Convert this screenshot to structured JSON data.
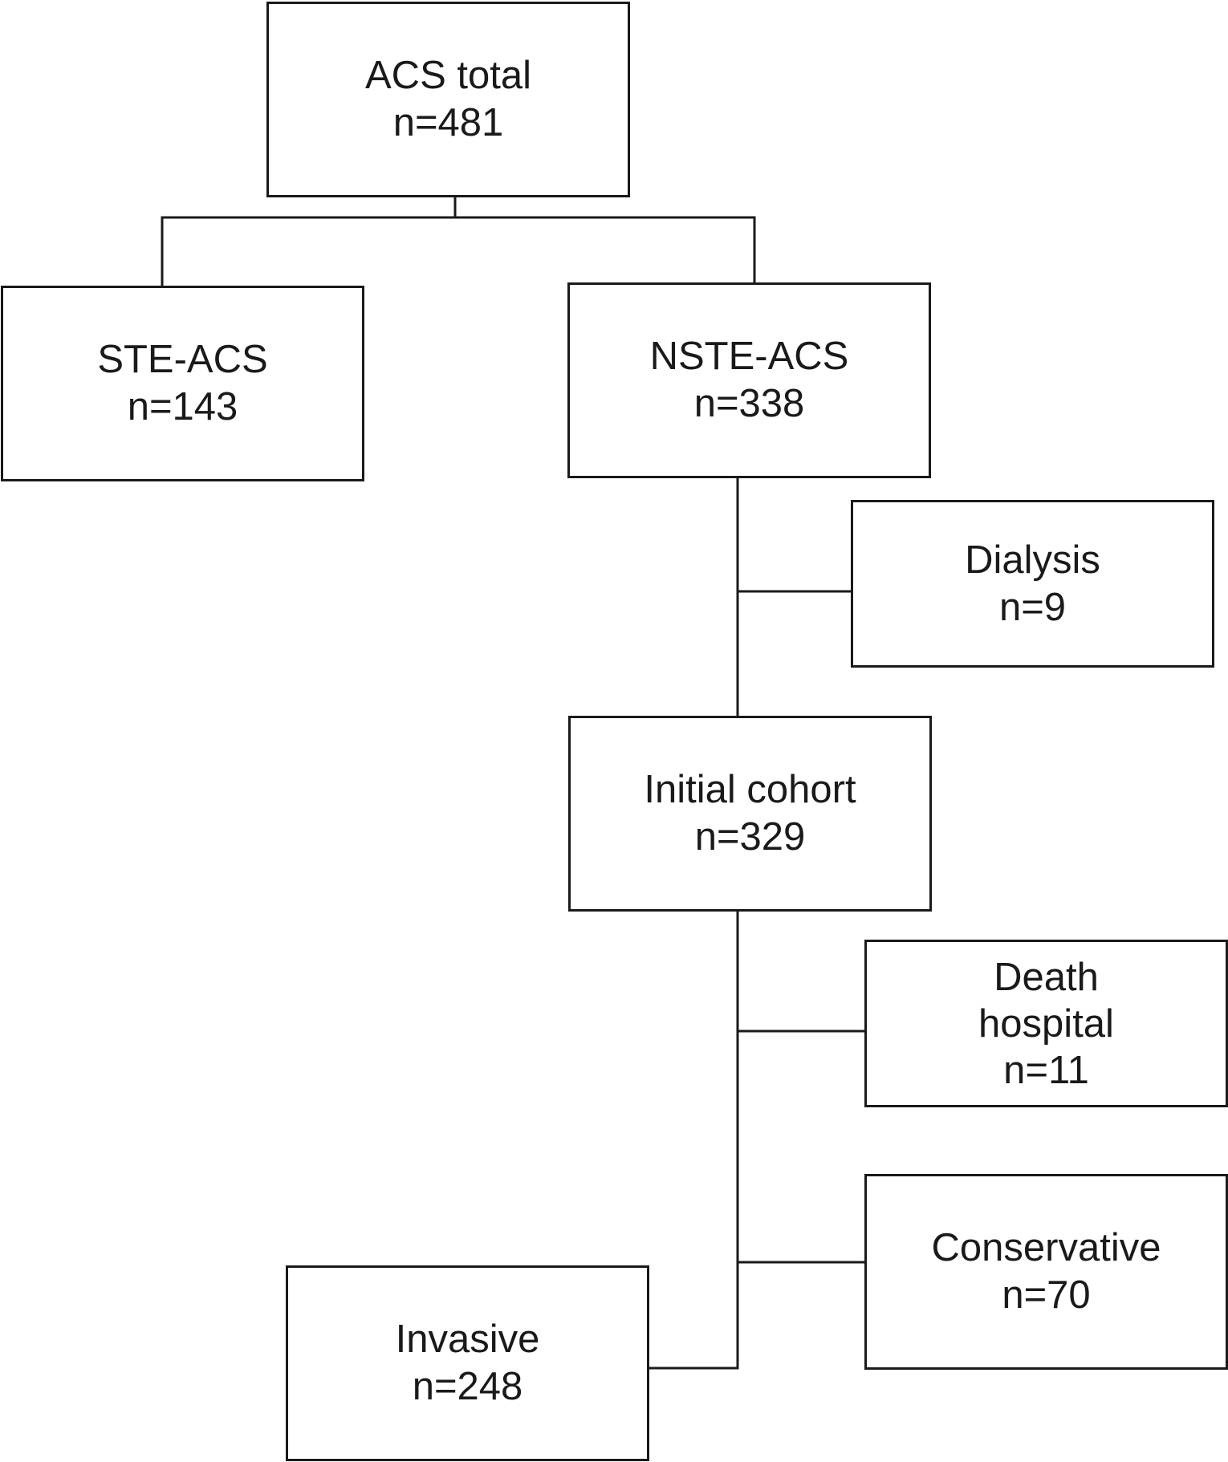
{
  "flowchart": {
    "total": {
      "label": "ACS total",
      "count": "n=481"
    },
    "ste": {
      "label": "STE-ACS",
      "count": "n=143"
    },
    "nste": {
      "label": "NSTE-ACS",
      "count": "n=338"
    },
    "dialysis": {
      "label": "Dialysis",
      "count": "n=9"
    },
    "initial": {
      "label": "Initial cohort",
      "count": "n=329"
    },
    "death": {
      "label_line1": "Death",
      "label_line2": "hospital",
      "count": "n=11"
    },
    "conservative": {
      "label": "Conservative",
      "count": "n=70"
    },
    "invasive": {
      "label": "Invasive",
      "count": "n=248"
    }
  },
  "colors": {
    "line": "#1a1a1a",
    "background": "#ffffff"
  }
}
